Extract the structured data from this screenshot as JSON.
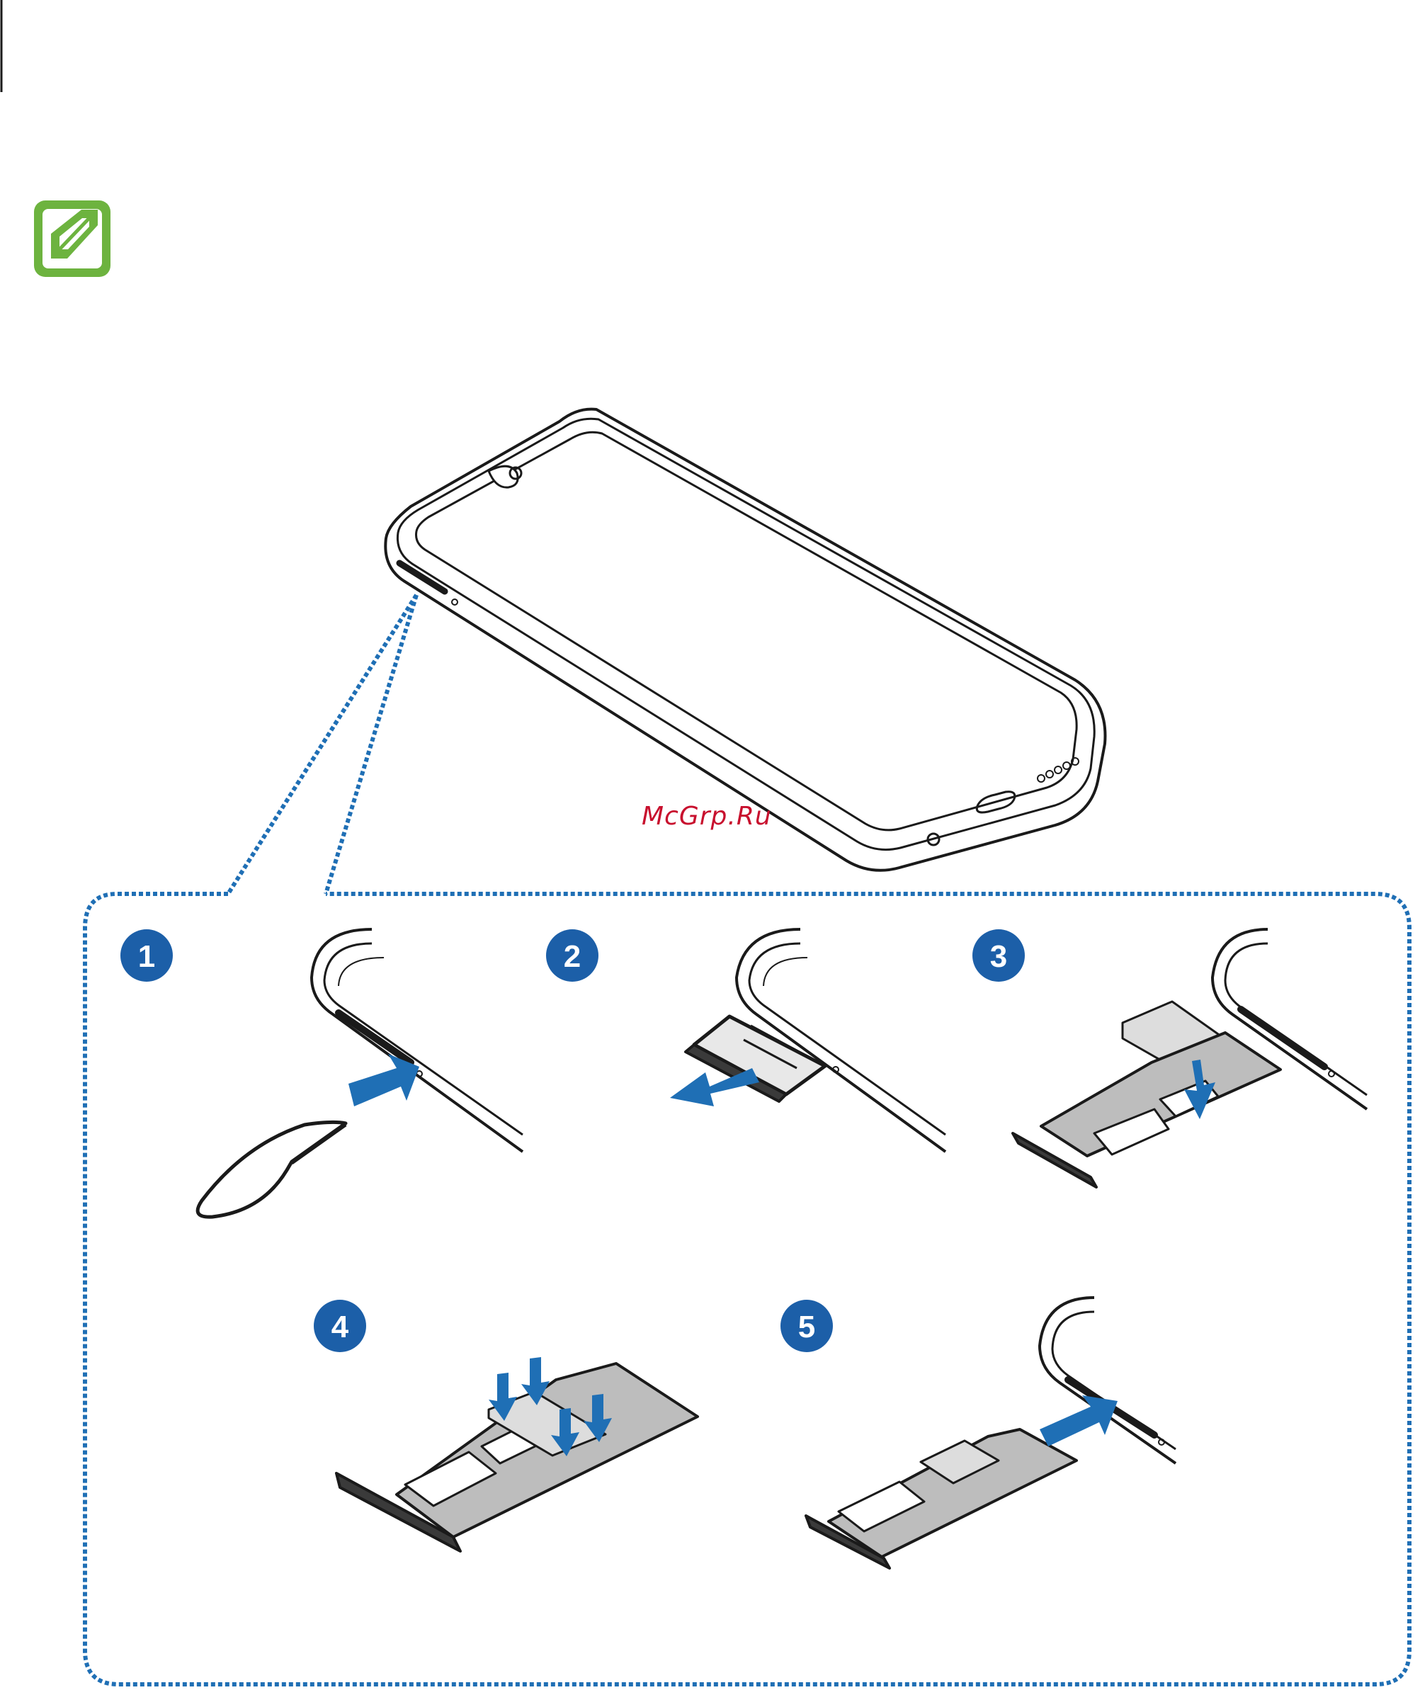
{
  "watermark": "McGrp.Ru",
  "steps": [
    {
      "number": "1"
    },
    {
      "number": "2"
    },
    {
      "number": "3"
    },
    {
      "number": "4"
    },
    {
      "number": "5"
    }
  ],
  "icons": {
    "note": "note-pencil-icon"
  },
  "colors": {
    "accent_blue": "#1f6fb5",
    "step_badge": "#1c5fa8",
    "note_green": "#6db33f",
    "watermark_red": "#c8102e",
    "outline": "#1a1a1a",
    "tray": "#3a3a3a"
  }
}
